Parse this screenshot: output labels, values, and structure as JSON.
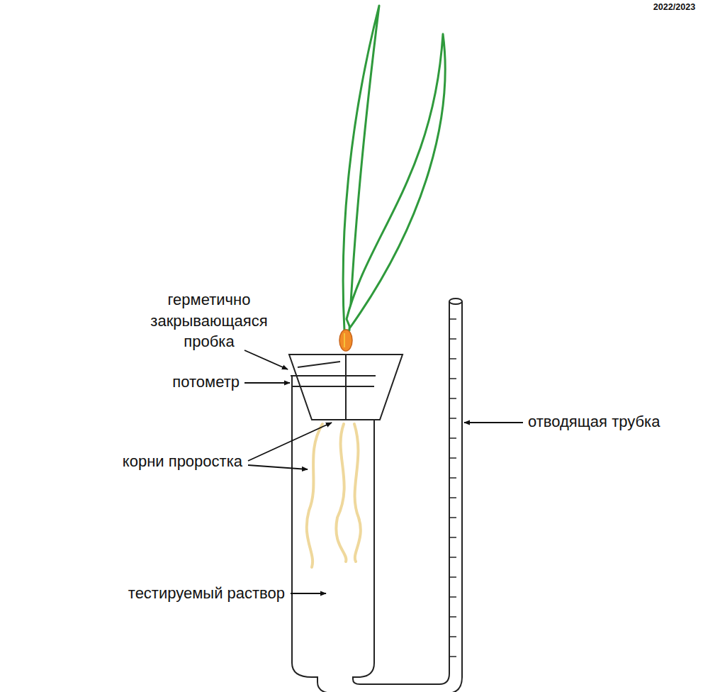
{
  "diagram": {
    "labels": [
      "2022/2023",
      "герметично закрывающаяся пробка",
      "потометр",
      "корни проростка",
      "тестируемый раствор",
      "отводящая трубка"
    ]
  }
}
